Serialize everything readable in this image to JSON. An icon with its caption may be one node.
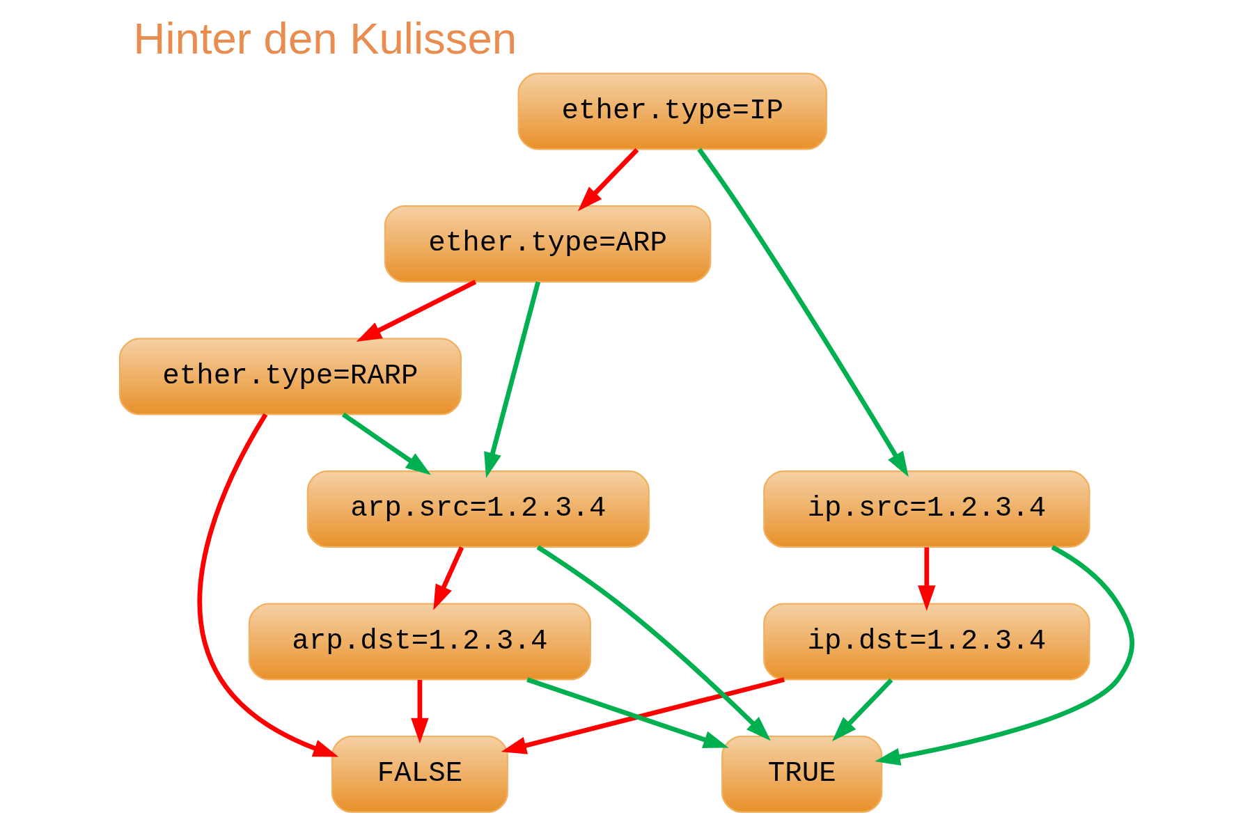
{
  "diagram": {
    "title": "Hinter den Kulissen",
    "nodes": [
      {
        "text": [
          "ether.type=IP"
        ]
      },
      {
        "text": [
          "ether.type=ARP"
        ]
      },
      {
        "text": [
          "ip.src=1.2.3.4"
        ]
      },
      {
        "text": [
          "ether.type=RARP"
        ]
      },
      {
        "text": [
          "ip.dst=1.2.3.4"
        ]
      },
      {
        "text": [
          "arp.src=1.2.3.4"
        ]
      },
      {
        "text": [
          "arp.dst=1.2.3.4"
        ]
      },
      {
        "text": [
          "FALSE"
        ]
      },
      {
        "text": [
          "TRUE"
        ]
      }
    ],
    "edges": [
      {
        "from": 0,
        "to": 1,
        "arrow": "to",
        "color": "#ff0000"
      },
      {
        "from": 0,
        "to": 2,
        "arrow": "to",
        "color": "#00b050"
      },
      {
        "from": 1,
        "to": 3,
        "arrow": "to",
        "color": "#ff0000"
      },
      {
        "from": 1,
        "to": 5,
        "arrow": "to",
        "color": "#00b050"
      },
      {
        "from": 2,
        "to": 4,
        "arrow": "to",
        "color": "#ff0000"
      },
      {
        "from": 2,
        "to": 8,
        "arrow": "to",
        "color": "#00b050"
      },
      {
        "from": 3,
        "to": 7,
        "arrow": "to",
        "color": "#ff0000"
      },
      {
        "from": 3,
        "to": 5,
        "arrow": "to",
        "color": "#00b050"
      },
      {
        "from": 4,
        "to": 7,
        "arrow": "to",
        "color": "#ff0000"
      },
      {
        "from": 4,
        "to": 8,
        "arrow": "to",
        "color": "#00b050"
      },
      {
        "from": 5,
        "to": 6,
        "arrow": "to",
        "color": "#ff0000"
      },
      {
        "from": 5,
        "to": 8,
        "arrow": "to",
        "color": "#00b050"
      },
      {
        "from": 6,
        "to": 7,
        "arrow": "to",
        "color": "#ff0000"
      },
      {
        "from": 6,
        "to": 8,
        "arrow": "to",
        "color": "#00b050"
      }
    ]
  }
}
